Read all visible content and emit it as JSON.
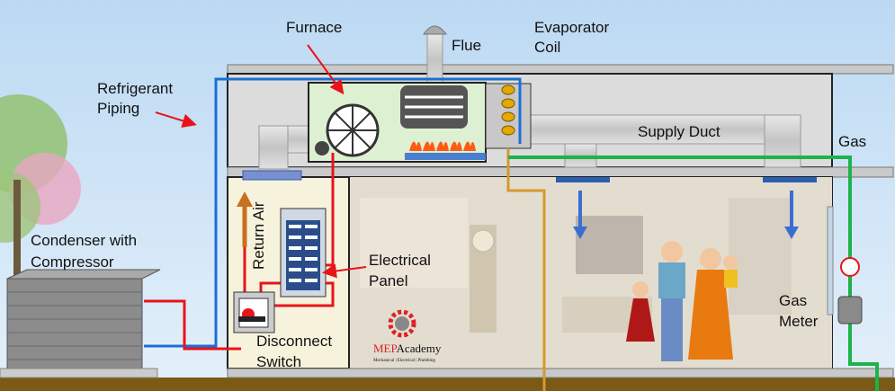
{
  "labels": {
    "furnace": "Furnace",
    "flue": "Flue",
    "evaporator_coil": [
      "Evaporator",
      "Coil"
    ],
    "refrigerant_piping": [
      "Refrigerant",
      "Piping"
    ],
    "supply_duct": "Supply Duct",
    "gas": "Gas",
    "condenser": [
      "Condenser with",
      "Compressor"
    ],
    "return_air": "Return Air",
    "electrical_panel": [
      "Electrical",
      "Panel"
    ],
    "disconnect_switch": [
      "Disconnect",
      "Switch"
    ],
    "gas_meter": [
      "Gas",
      "Meter"
    ]
  },
  "logo": {
    "name_red": "MEP",
    "name_black": "Academy",
    "tagline": "Mechanical | Electrical | Plumbing"
  },
  "colors": {
    "refrigerant": "#1a6fd6",
    "electrical": "#e8141a",
    "gas": "#1db34a",
    "condensate": "#d49a2a",
    "annotation_arrow": "#e8141a",
    "airflow": "#3a6fd0",
    "return_airflow": "#c8701e"
  }
}
